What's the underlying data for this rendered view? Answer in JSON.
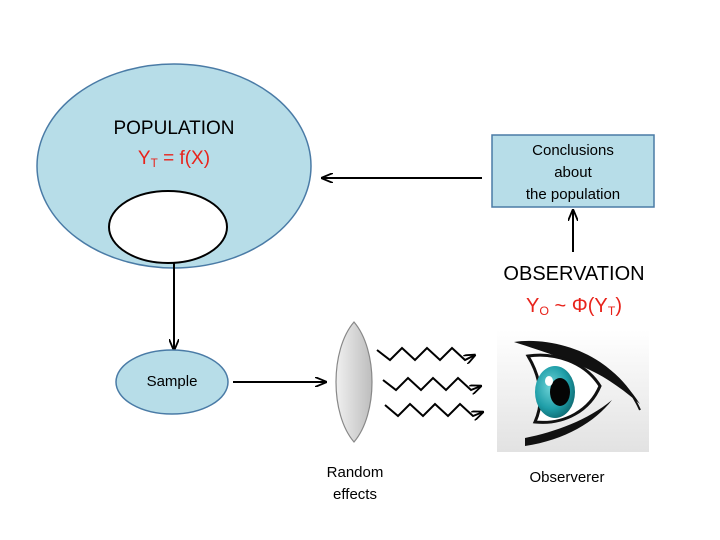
{
  "population": {
    "title": "POPULATION",
    "formula_y": "Y",
    "formula_sub": "T",
    "formula_rest": " = f(X)"
  },
  "sample": {
    "label": "Sample"
  },
  "conclusions": {
    "lines": [
      "Conclusions",
      "about",
      "the population"
    ]
  },
  "observation": {
    "title": "OBSERVATION",
    "f_y": "Y",
    "f_sub1": "O",
    "f_mid": " ~ Φ(Y",
    "f_sub2": "T",
    "f_end": ")"
  },
  "random_effects": {
    "lines": [
      "Random",
      "effects"
    ]
  },
  "observer": {
    "label": "Observerer",
    "icon": "eye-icon"
  },
  "colors": {
    "shape_fill": "#b7dde8",
    "shape_stroke": "#4a7ba6",
    "formula_red": "#e8231b"
  }
}
